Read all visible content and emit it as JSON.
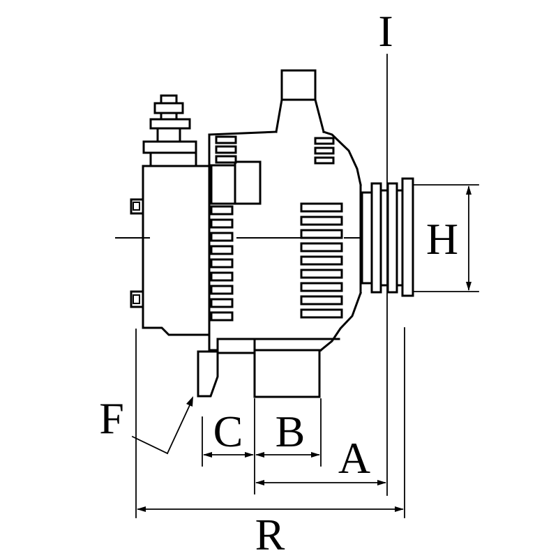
{
  "figure": {
    "type": "technical-line-drawing",
    "subject": "Alternator side view with dimension callouts",
    "colors": {
      "line": "#000000",
      "background": "#ffffff"
    },
    "labels": {
      "I": "I",
      "H": "H",
      "F": "F",
      "C": "C",
      "B": "B",
      "A": "A",
      "R": "R"
    }
  }
}
